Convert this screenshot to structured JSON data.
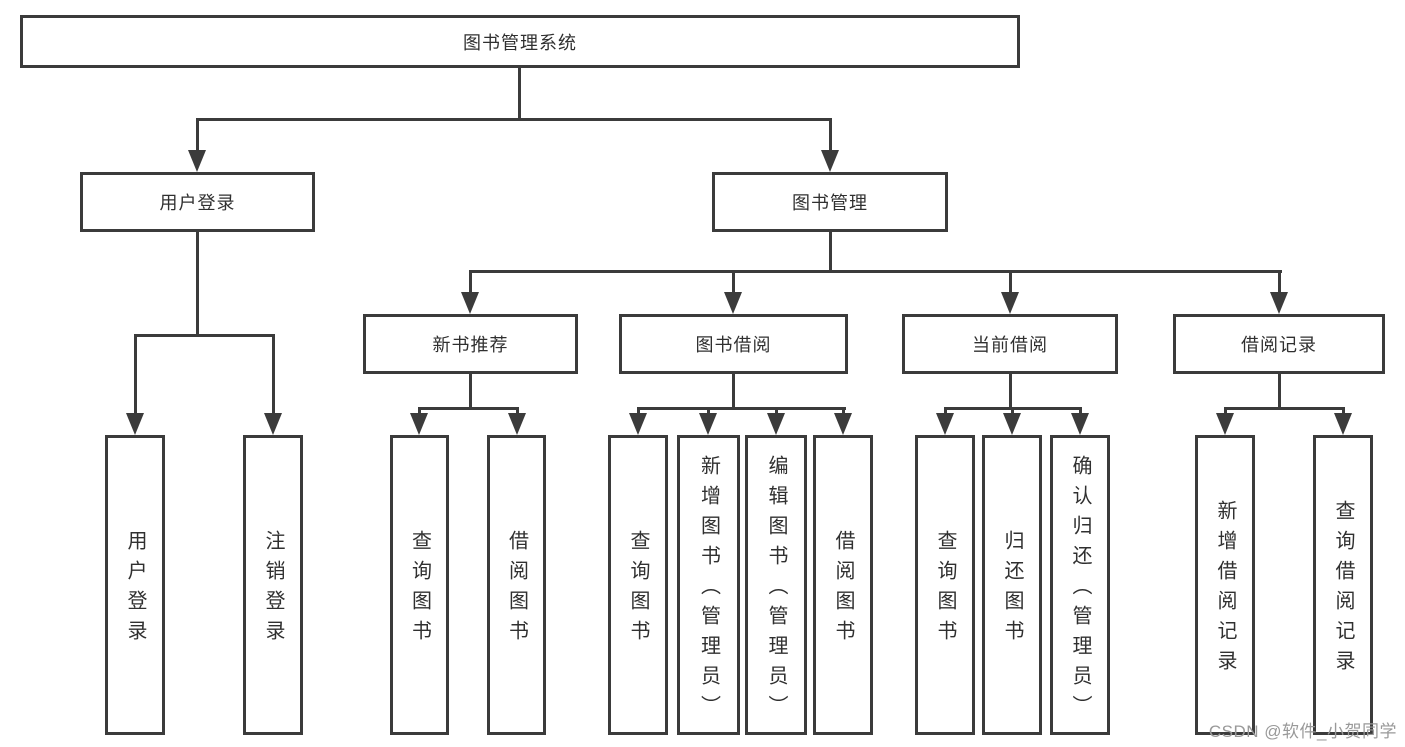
{
  "colors": {
    "line": "#3b3b3b",
    "text": "#303030",
    "watermark": "#999999",
    "box_bg": "#ffffff"
  },
  "root": {
    "label": "图书管理系统",
    "children": [
      {
        "label": "用户登录",
        "children": [
          {
            "label": "用户登录"
          },
          {
            "label": "注销登录"
          }
        ]
      },
      {
        "label": "图书管理",
        "children": [
          {
            "label": "新书推荐",
            "children": [
              {
                "label": "查询图书"
              },
              {
                "label": "借阅图书"
              }
            ]
          },
          {
            "label": "图书借阅",
            "children": [
              {
                "label": "查询图书"
              },
              {
                "label": "新增图书（管理员）"
              },
              {
                "label": "编辑图书（管理员）"
              },
              {
                "label": "借阅图书"
              }
            ]
          },
          {
            "label": "当前借阅",
            "children": [
              {
                "label": "查询图书"
              },
              {
                "label": "归还图书"
              },
              {
                "label": "确认归还（管理员）"
              }
            ]
          },
          {
            "label": "借阅记录",
            "children": [
              {
                "label": "新增借阅记录"
              },
              {
                "label": "查询借阅记录"
              }
            ]
          }
        ]
      }
    ]
  },
  "watermark": "CSDN @软件_小贺同学"
}
